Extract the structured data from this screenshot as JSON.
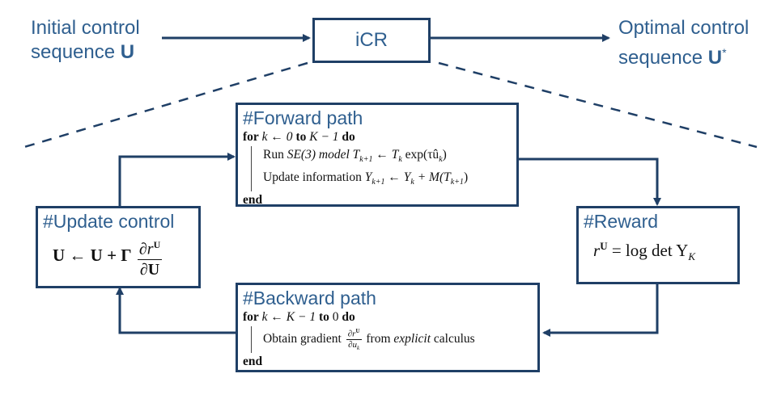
{
  "top": {
    "input_label_line1": "Initial control",
    "input_label_line2": "sequence",
    "input_symbol": "U",
    "center_box": "iCR",
    "output_label_line1": "Optimal control",
    "output_label_line2": "sequence",
    "output_symbol": "U",
    "output_star": "*"
  },
  "forward": {
    "title": "#Forward path",
    "loop_for": "for",
    "loop_var": "k ← 0",
    "loop_to": "to",
    "loop_end": "K − 1",
    "loop_do": "do",
    "line1_text": "Run",
    "line1_math": "SE(3) model T",
    "line1_math2": "k+1",
    "line1_rest": "← T",
    "line1_sub": "k",
    "line1_exp": "exp(τû",
    "line1_exp_sub": "k",
    "line1_close": ")",
    "line2_text": "Update information",
    "line2_math": "Y",
    "line2_sub1": "k+1",
    "line2_mid": "← Y",
    "line2_sub2": "k",
    "line2_rest": "+ M(T",
    "line2_sub3": "k+1",
    "line2_close": ")",
    "end": "end"
  },
  "reward": {
    "title": "#Reward",
    "lhs": "r",
    "lhs_sup": "U",
    "rhs": "= log det Y",
    "rhs_sub": "K"
  },
  "backward": {
    "title": "#Backward path",
    "loop_for": "for",
    "loop_var": "k ← K − 1",
    "loop_to": "to",
    "loop_end": "0",
    "loop_do": "do",
    "line1_text": "Obtain gradient",
    "grad_num": "∂r",
    "grad_num_sup": "U",
    "grad_den": "∂u",
    "grad_den_sub": "k",
    "line1_from": "from",
    "line1_explicit": "explicit",
    "line1_calc": "calculus",
    "end": "end"
  },
  "update": {
    "title": "#Update control",
    "lhs": "U ← U + Γ",
    "frac_num": "∂r",
    "frac_num_sup": "U",
    "frac_den": "∂U"
  },
  "colors": {
    "arrow": "#1f3f66",
    "box_border": "#1f3f66",
    "title_text": "#2f5f8f"
  }
}
